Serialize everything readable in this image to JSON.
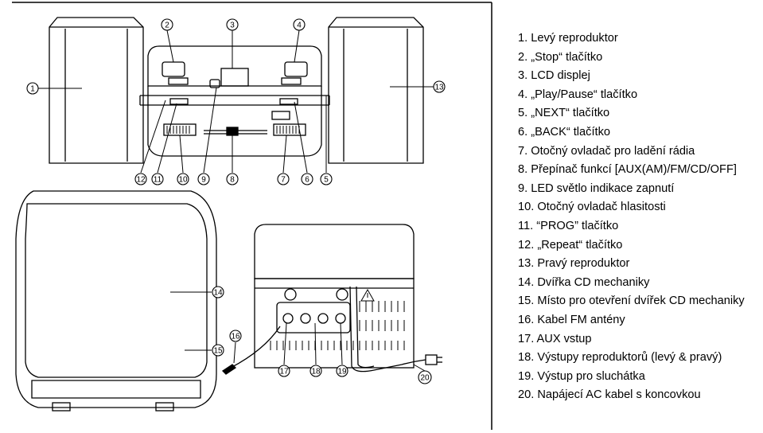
{
  "callouts": [
    "1",
    "2",
    "3",
    "4",
    "5",
    "6",
    "7",
    "8",
    "9",
    "10",
    "11",
    "12",
    "13",
    "14",
    "15",
    "16",
    "17",
    "18",
    "19",
    "20"
  ],
  "legend": [
    {
      "num": "1.",
      "text": "Levý reproduktor"
    },
    {
      "num": "2.",
      "text": "„Stop“ tlačítko"
    },
    {
      "num": "3.",
      "text": "LCD displej"
    },
    {
      "num": "4.",
      "text": "„Play/Pause“ tlačítko"
    },
    {
      "num": "5.",
      "text": "„NEXT“ tlačítko"
    },
    {
      "num": "6.",
      "text": "„BACK“ tlačítko"
    },
    {
      "num": "7.",
      "text": "Otočný ovladač pro ladění rádia"
    },
    {
      "num": "8.",
      "text": "Přepínač funkcí [AUX(AM)/FM/CD/OFF]"
    },
    {
      "num": "9.",
      "text": "LED světlo indikace zapnutí"
    },
    {
      "num": "10.",
      "text": "Otočný ovladač hlasitosti"
    },
    {
      "num": "11.",
      "text": "“PROG” tlačítko"
    },
    {
      "num": "12.",
      "text": "„Repeat“ tlačítko"
    },
    {
      "num": "13.",
      "text": "Pravý reproduktor"
    },
    {
      "num": "14.",
      "text": "Dvířka CD mechaniky"
    },
    {
      "num": "15.",
      "text": "Místo pro otevření dvířek CD mechaniky"
    },
    {
      "num": "16.",
      "text": "Kabel FM antény"
    },
    {
      "num": "17.",
      "text": "AUX vstup"
    },
    {
      "num": "18.",
      "text": "Výstupy reproduktorů (levý & pravý)"
    },
    {
      "num": "19.",
      "text": "Výstup pro sluchátka"
    },
    {
      "num": "20.",
      "text": "Napájecí AC kabel s koncovkou"
    }
  ],
  "colors": {
    "line": "#000000",
    "background": "#ffffff",
    "legend_text": "#000000"
  }
}
